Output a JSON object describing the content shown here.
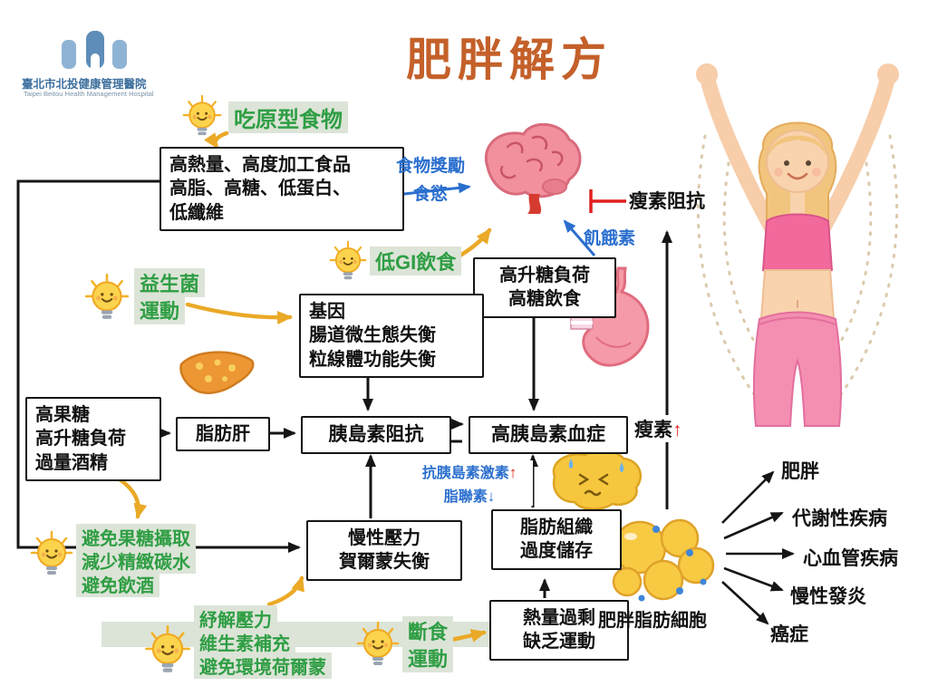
{
  "title": "肥胖解方",
  "logo": {
    "zh": "臺北市北投健康管理醫院",
    "en": "Taipei Beitou Health Management Hospital"
  },
  "tips": {
    "whole_food": "吃原型食物",
    "low_gi": "低GI飲食",
    "probiotics": {
      "lines": [
        "益生菌",
        "運動"
      ]
    },
    "avoid_fructose": {
      "lines": [
        "避免果糖攝取",
        "減少精緻碳水",
        "避免飲酒"
      ]
    },
    "stress": {
      "lines": [
        "紓解壓力",
        "維生素補充",
        "避免環境荷爾蒙"
      ]
    },
    "fasting": {
      "lines": [
        "斷食",
        "運動"
      ]
    }
  },
  "boxes": {
    "processed_food": {
      "lines": [
        "高熱量、高度加工食品",
        "高脂、高糖、低蛋白、",
        "低纖維"
      ]
    },
    "high_sugar": {
      "lines": [
        "高升糖負荷",
        "高糖飲食"
      ]
    },
    "gene_gut": {
      "lines": [
        "基因",
        "腸道微生態失衡",
        "粒線體功能失衡"
      ]
    },
    "fructose": {
      "lines": [
        "高果糖",
        "高升糖負荷",
        "過量酒精"
      ]
    },
    "fatty_liver": "脂肪肝",
    "insulin_resistance": "胰島素阻抗",
    "hyperinsulinemia": "高胰島素血症",
    "chronic_stress": {
      "lines": [
        "慢性壓力",
        "賀爾蒙失衡"
      ]
    },
    "adipose": {
      "lines": [
        "脂肪組織",
        "過度儲存"
      ]
    },
    "calorie": {
      "lines": [
        "熱量過剩",
        "缺乏運動"
      ]
    }
  },
  "labels": {
    "food_reward": "食物獎勵",
    "appetite": "食慾",
    "leptin_resistance": "瘦素阻抗",
    "ghrelin": "飢餓素",
    "leptin": "瘦素",
    "up_arrow": "↑",
    "down_arrow": "↓",
    "anti_insulin": "抗胰島素激素",
    "adiponectin": "脂聯素",
    "fat_cells": "肥胖脂肪細胞"
  },
  "outcomes": [
    "肥胖",
    "代謝性疾病",
    "心血管疾病",
    "慢性發炎",
    "癌症"
  ],
  "colors": {
    "title": "#c4602a",
    "tip_green": "#2f9e44",
    "highlight": "#dce4d7",
    "blue": "#2b6fce",
    "red": "#e02020",
    "arrow_yellow": "#eaa927"
  }
}
